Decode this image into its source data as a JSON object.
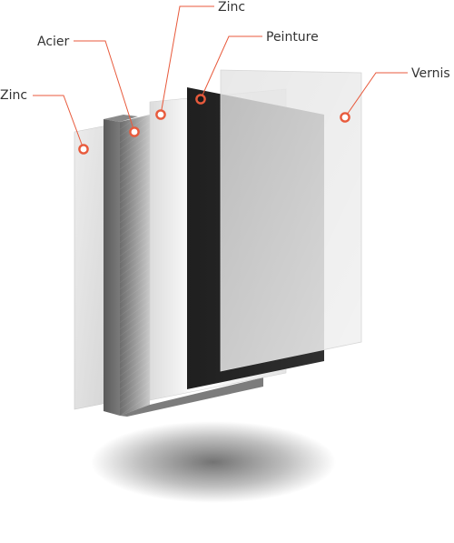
{
  "labels": {
    "zinc_left": "Zinc",
    "acier": "Acier",
    "zinc_top": "Zinc",
    "peinture": "Peinture",
    "vernis": "Vernis"
  },
  "layers": [
    {
      "name": "Zinc",
      "color": "#e6e6e6"
    },
    {
      "name": "Acier",
      "color": "#7a7a7a"
    },
    {
      "name": "Zinc",
      "color": "#f4f4f4"
    },
    {
      "name": "Peinture",
      "color": "#2a2a2a"
    },
    {
      "name": "Vernis",
      "color": "#f3f3f3"
    }
  ],
  "colors": {
    "accent": "#e85a3c",
    "leader_line": "#e85a3c",
    "text": "#333333",
    "background": "#ffffff"
  }
}
